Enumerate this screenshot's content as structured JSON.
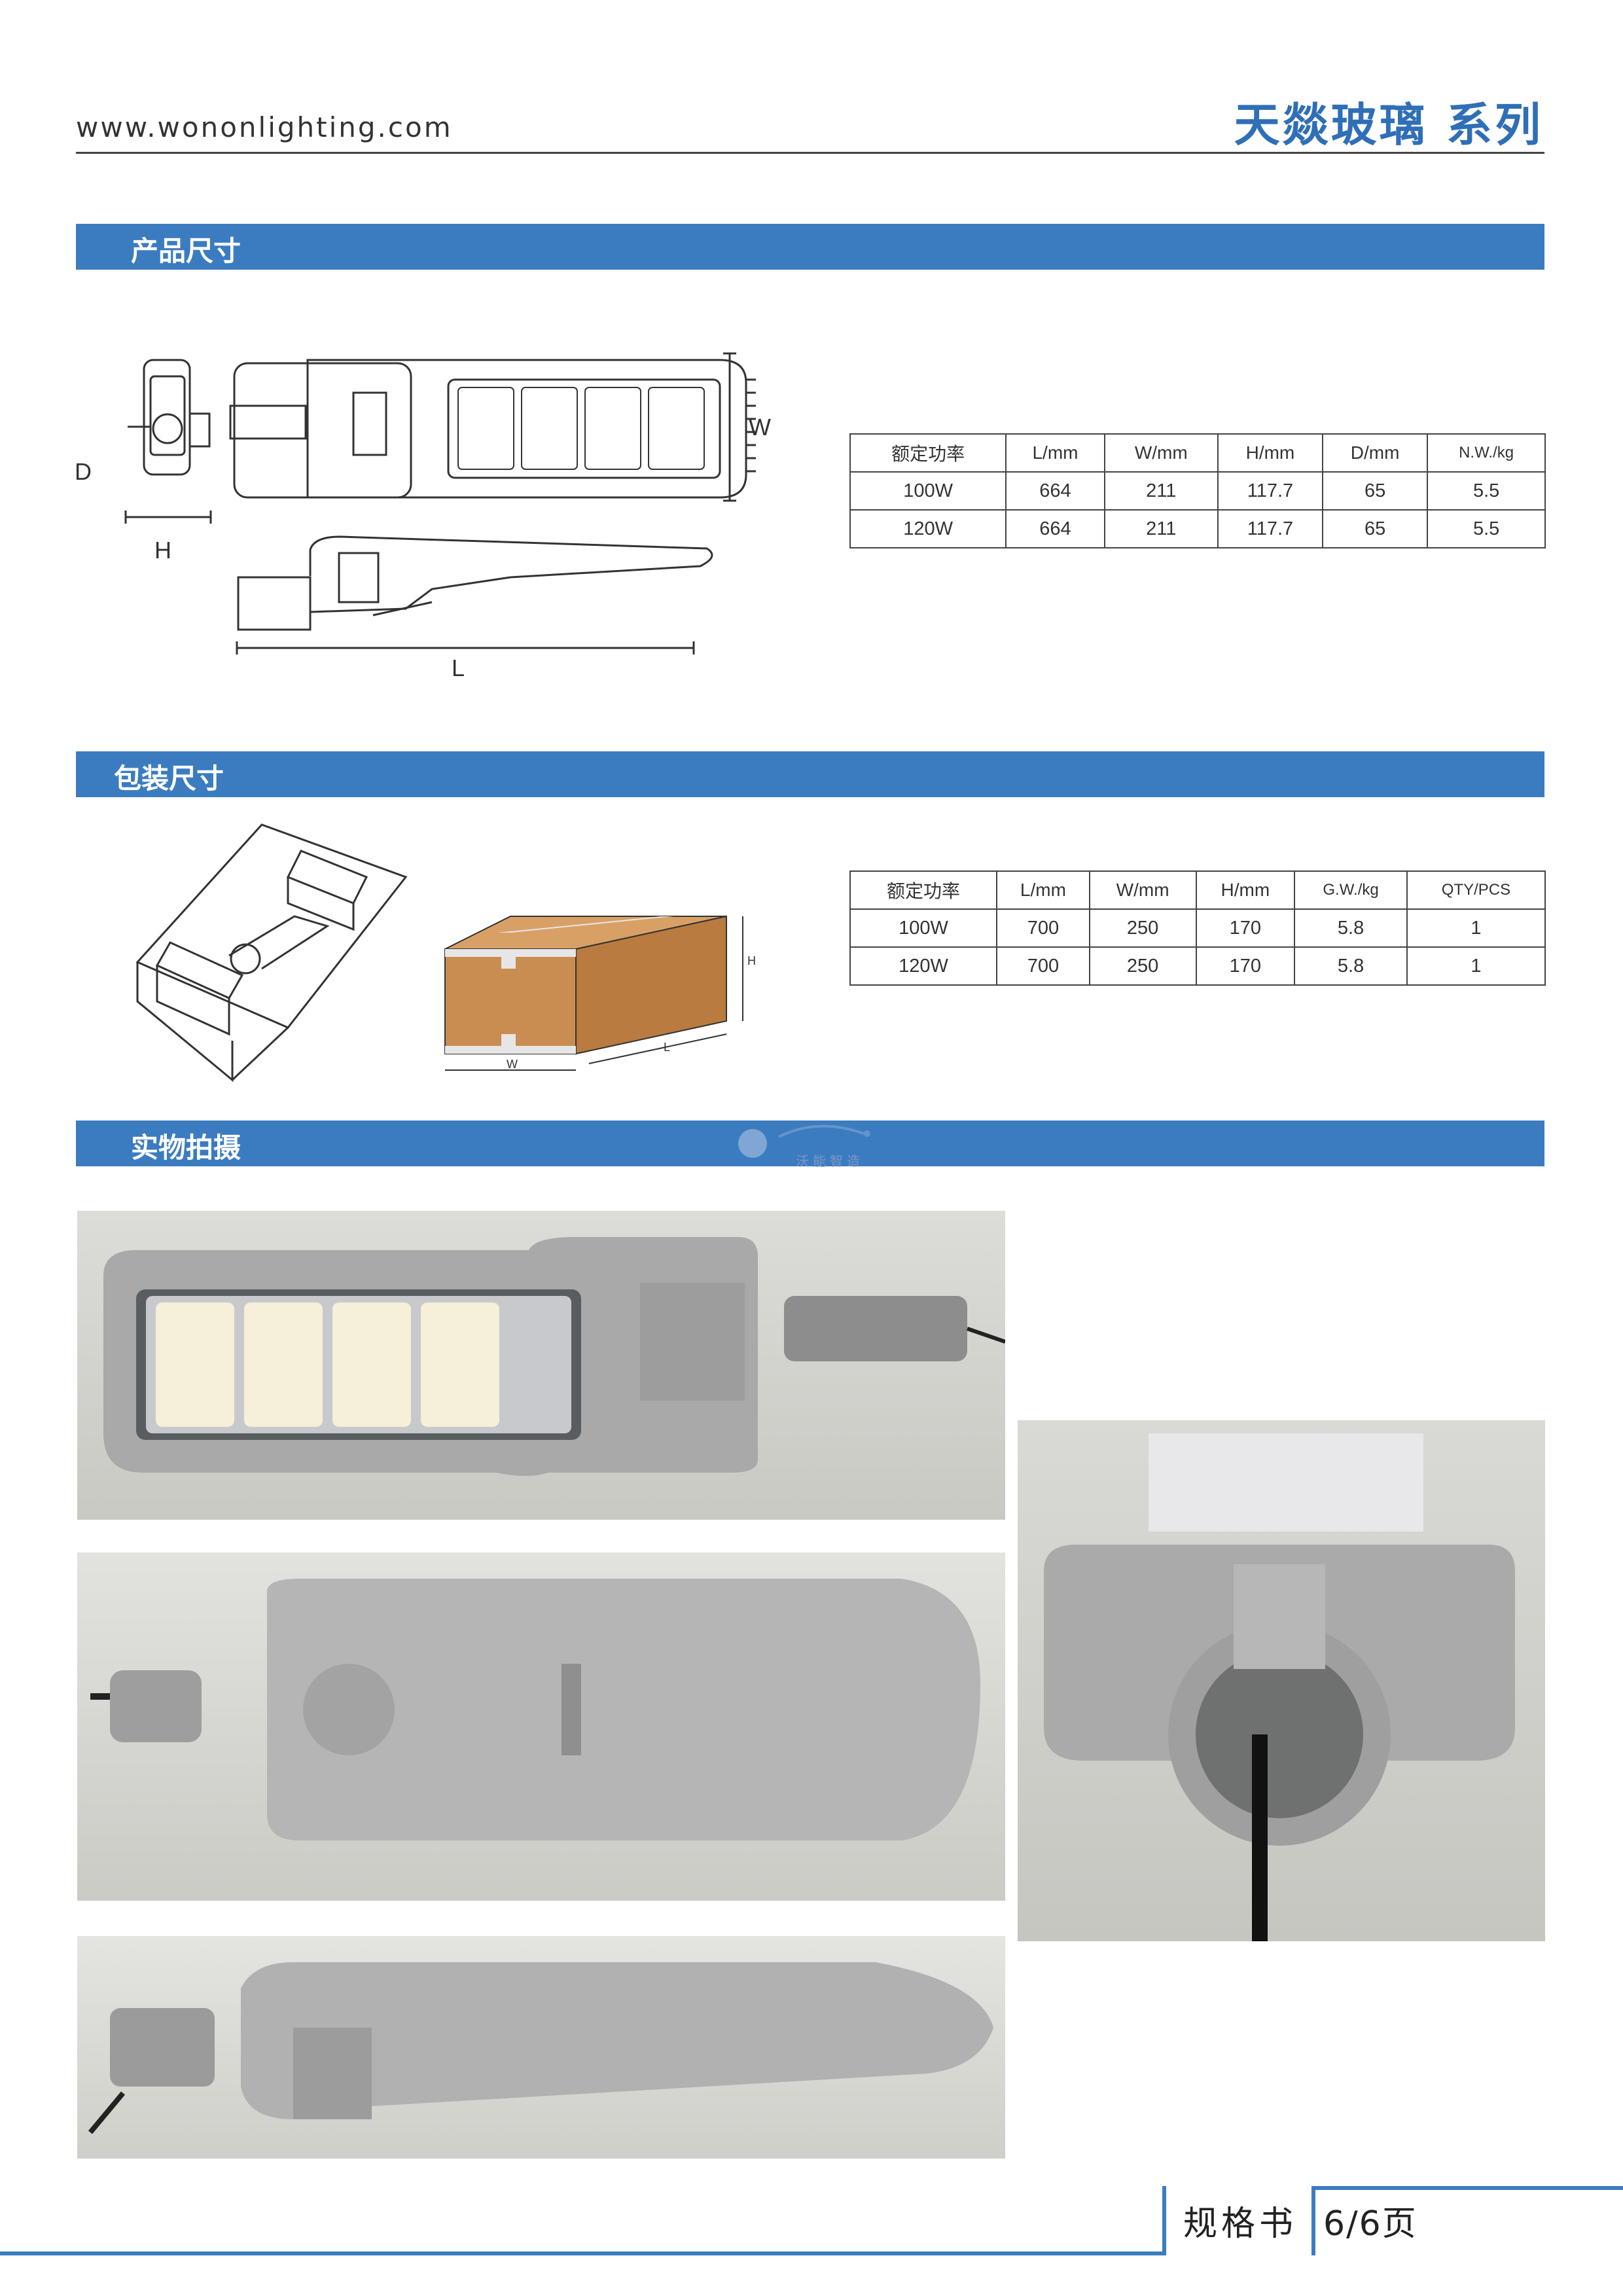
{
  "header": {
    "url": "www.wononlighting.com",
    "series_title": "天燚玻璃 系列"
  },
  "sections": {
    "product_size": "产品尺寸",
    "package_size": "包装尺寸",
    "photos": "实物拍摄"
  },
  "product_drawing_labels": {
    "d": "D",
    "h": "H",
    "w": "W",
    "l": "L"
  },
  "package_drawing_labels": {
    "h": "H",
    "w": "W",
    "l": "L"
  },
  "product_table": {
    "headers": [
      "额定功率",
      "L/mm",
      "W/mm",
      "H/mm",
      "D/mm",
      "N.W./kg"
    ],
    "rows": [
      [
        "100W",
        "664",
        "211",
        "117.7",
        "65",
        "5.5"
      ],
      [
        "120W",
        "664",
        "211",
        "117.7",
        "65",
        "5.5"
      ]
    ]
  },
  "package_table": {
    "headers": [
      "额定功率",
      "L/mm",
      "W/mm",
      "H/mm",
      "G.W./kg",
      "QTY/PCS"
    ],
    "rows": [
      [
        "100W",
        "700",
        "250",
        "170",
        "5.8",
        "1"
      ],
      [
        "120W",
        "700",
        "250",
        "170",
        "5.8",
        "1"
      ]
    ]
  },
  "watermark_text": "沃能智造",
  "footer": {
    "label": "规格书",
    "page": "6/6页"
  },
  "colors": {
    "accent": "#3b7cc0",
    "title": "#2f6fb7",
    "box": "#c98d52"
  }
}
